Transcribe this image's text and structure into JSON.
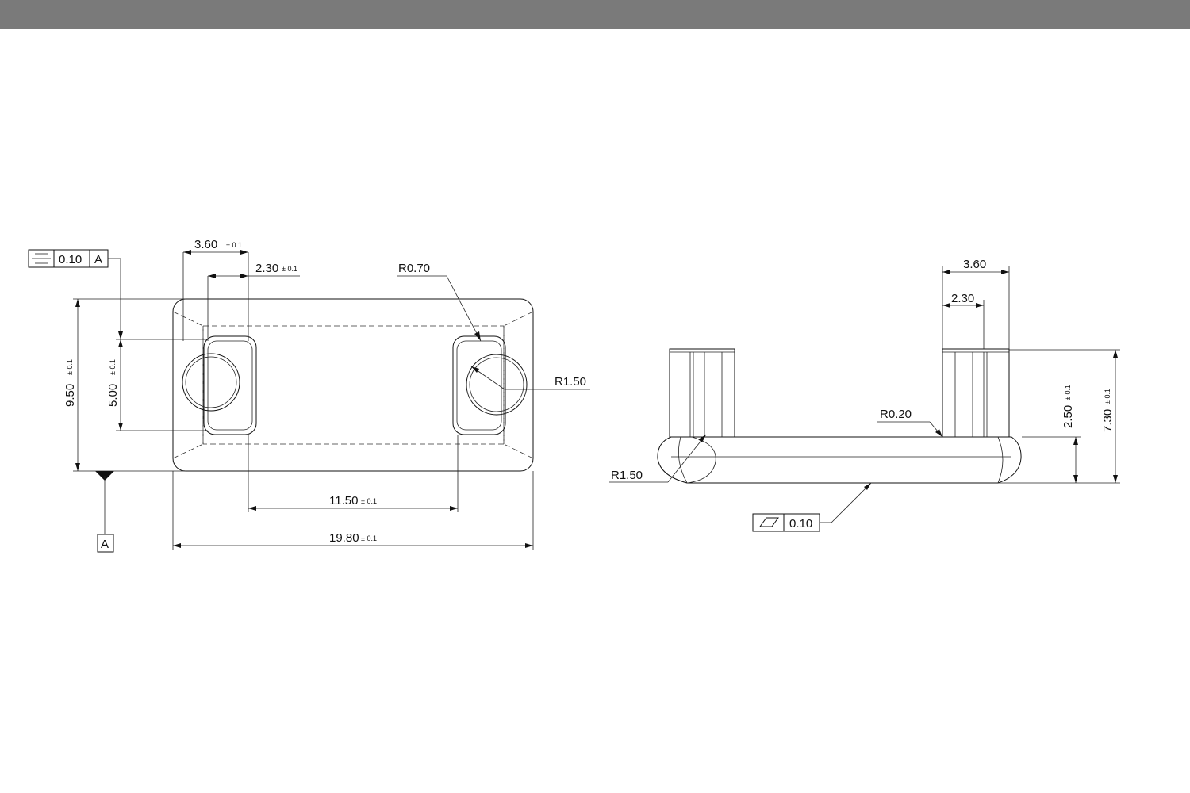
{
  "dimensions": {
    "width_slot": "3.60",
    "width_slot_tol": "± 0.1",
    "width_inner": "2.30",
    "width_inner_tol": "± 0.1",
    "radius_corner": "R0.70",
    "radius_boss": "R1.50",
    "height_total": "9.50",
    "height_total_tol": "± 0.1",
    "height_center": "5.00",
    "height_center_tol": "± 0.1",
    "spacing": "11.50",
    "spacing_tol": "± 0.1",
    "length_total": "19.80",
    "length_total_tol": "± 0.1"
  },
  "side_view": {
    "width_outer": "3.60",
    "width_inner": "2.30",
    "radius_small": "R0.20",
    "radius_edge": "R1.50",
    "height_step": "2.50",
    "height_step_tol": "± 0.1",
    "height_total": "7.30",
    "height_total_tol": "± 0.1"
  },
  "gdt": {
    "symmetry_value": "0.10",
    "symmetry_datum": "A",
    "flatness_value": "0.10",
    "datum_label": "A"
  }
}
